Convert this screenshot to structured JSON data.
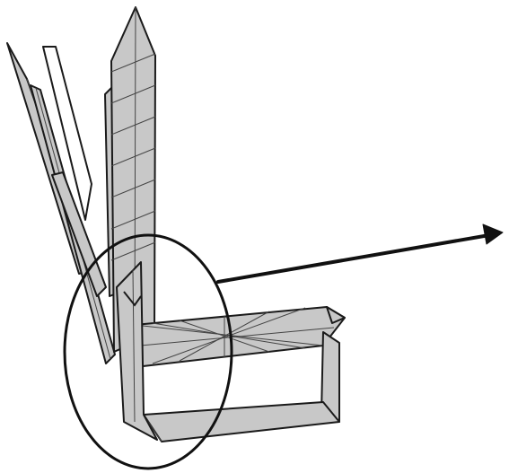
{
  "diagram": {
    "colors": {
      "background": "#ffffff",
      "fill": "#c8c8c8",
      "stroke": "#1a1a1a",
      "thin_stroke": "#444444"
    },
    "elements": {
      "folded_strip": "folded-paper-strip",
      "highlight": "highlight-ellipse",
      "pointer": "arrow"
    }
  }
}
